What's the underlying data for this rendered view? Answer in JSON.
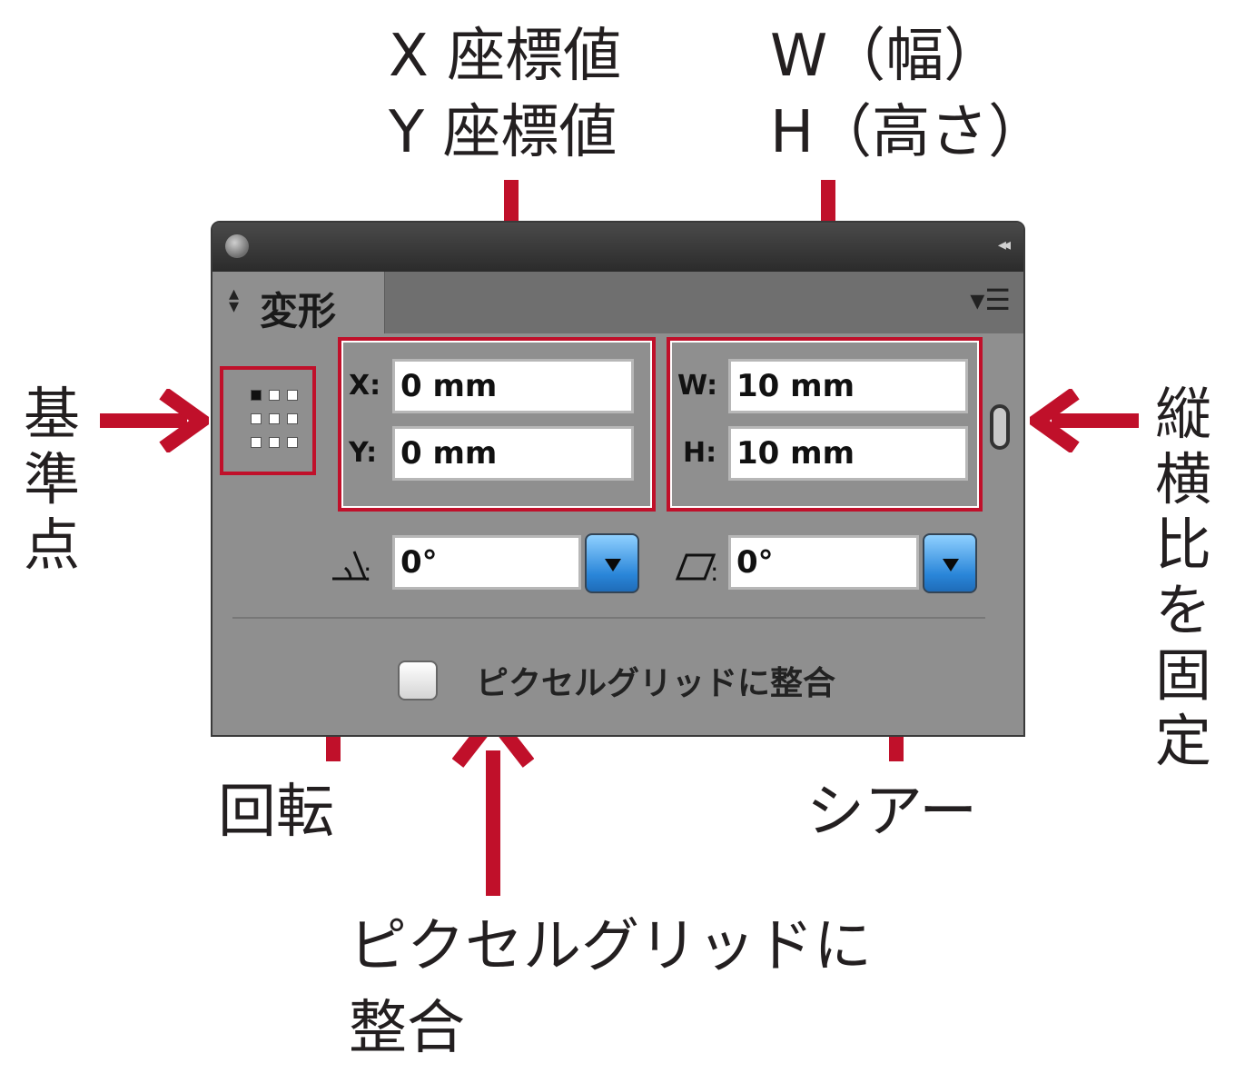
{
  "callouts": {
    "x_coord": "X 座標値",
    "y_coord": "Y 座標値",
    "width": "W（幅）",
    "height": "H（高さ）",
    "ref_point": [
      "基",
      "準",
      "点"
    ],
    "lock_ratio": [
      "縦",
      "横",
      "比",
      "を",
      "固",
      "定"
    ],
    "rotate": "回転",
    "shear": "シアー",
    "pixel_grid_line1": "ピクセルグリッドに",
    "pixel_grid_line2": "整合"
  },
  "panel": {
    "tab_label": "変形",
    "fields": {
      "x_label": "X:",
      "x_value": "0 mm",
      "y_label": "Y:",
      "y_value": "0 mm",
      "w_label": "W:",
      "w_value": "10 mm",
      "h_label": "H:",
      "h_value": "10 mm",
      "rotate_value": "0°",
      "shear_value": "0°"
    },
    "checkbox_label": "ピクセルグリッドに整合"
  },
  "colors": {
    "accent_red": "#c0102a",
    "panel_gray": "#8f8f8f"
  },
  "icons": [
    "close-dot",
    "collapse-icon",
    "panel-menu-icon",
    "tab-arrows-icon",
    "rotate-icon",
    "shear-icon",
    "chain-link-icon",
    "dropdown-arrow-icon"
  ]
}
